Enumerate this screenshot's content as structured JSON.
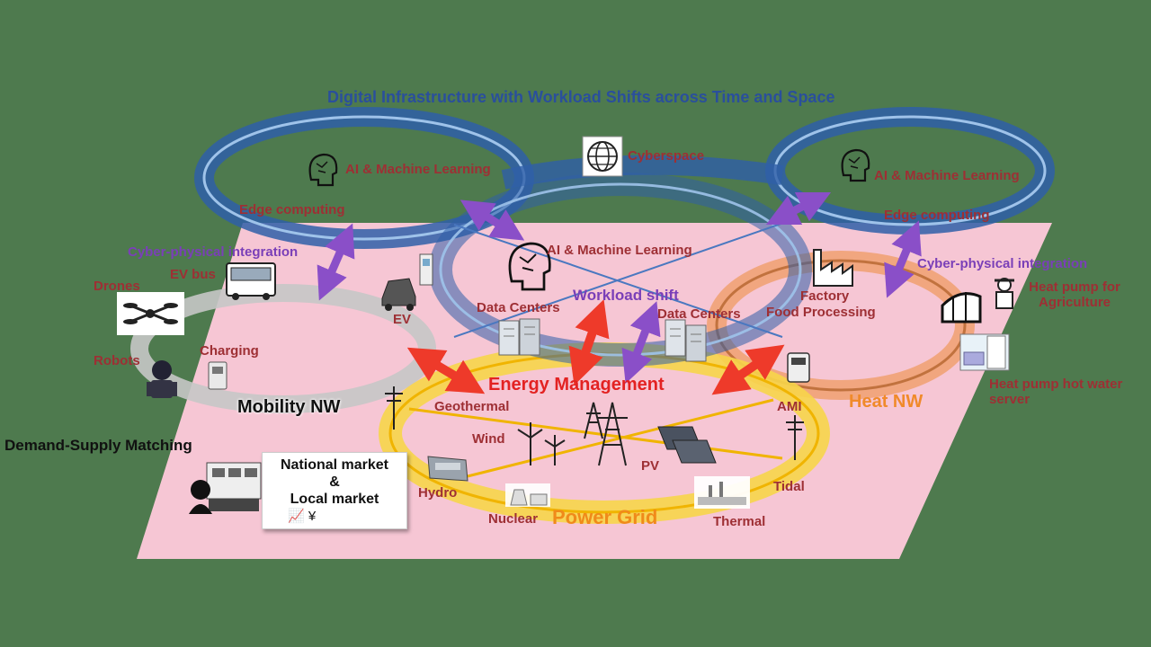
{
  "title": "Digital Infrastructure with Workload Shifts across Time and Space",
  "labels": {
    "cyberspace": "Cyberspace",
    "ai_left": "AI & Machine Learning",
    "ai_center": "AI & Machine Learning",
    "ai_right": "AI & Machine Learning",
    "edge_left": "Edge computing",
    "edge_right": "Edge computing",
    "cyber_left": "Cyber-physical integration",
    "cyber_right": "Cyber-physical integration",
    "workload_shift": "Workload shift",
    "data_centers_left": "Data Centers",
    "data_centers_right": "Data Centers",
    "ev_bus": "EV bus",
    "drones": "Drones",
    "ev": "EV",
    "charging": "Charging",
    "robots": "Robots",
    "mobility_nw": "Mobility NW",
    "factory": "Factory",
    "food_processing": "Food Processing",
    "heat_pump_agri": "Heat pump for Agriculture",
    "heat_pump_water": "Heat pump hot water server",
    "heat_nw": "Heat NW",
    "energy_management": "Energy Management",
    "geothermal": "Geothermal",
    "wind": "Wind",
    "pv": "PV",
    "ami": "AMI",
    "hydro": "Hydro",
    "tidal": "Tidal",
    "nuclear": "Nuclear",
    "thermal": "Thermal",
    "power_grid": "Power Grid",
    "demand_supply": "Demand-Supply Matching",
    "market_line1": "National market",
    "market_line2": "&",
    "market_line3": "Local market",
    "market_icons": "📈 ¥"
  },
  "colors": {
    "background": "#4e7a4e",
    "plane": "#f6c6d4",
    "cyber_ring": "#2f5fa8",
    "heat_ring": "#f0a070",
    "power_ring": "#f7d54a",
    "arrow_red": "#ee3a2a",
    "arrow_purple": "#8a4fc8"
  },
  "icons": [
    "globe-icon",
    "brain-icon",
    "server-icon",
    "bus-icon",
    "drone-icon",
    "truck-icon",
    "charger-icon",
    "robot-icon",
    "operator-icon",
    "factory-icon",
    "greenhouse-icon",
    "farmer-icon",
    "water-heater-icon",
    "smart-meter-icon",
    "pylon-icon",
    "wind-turbine-icon",
    "solar-panel-icon",
    "dam-icon",
    "nuclear-plant-icon",
    "thermal-plant-icon",
    "utility-pole-icon"
  ]
}
